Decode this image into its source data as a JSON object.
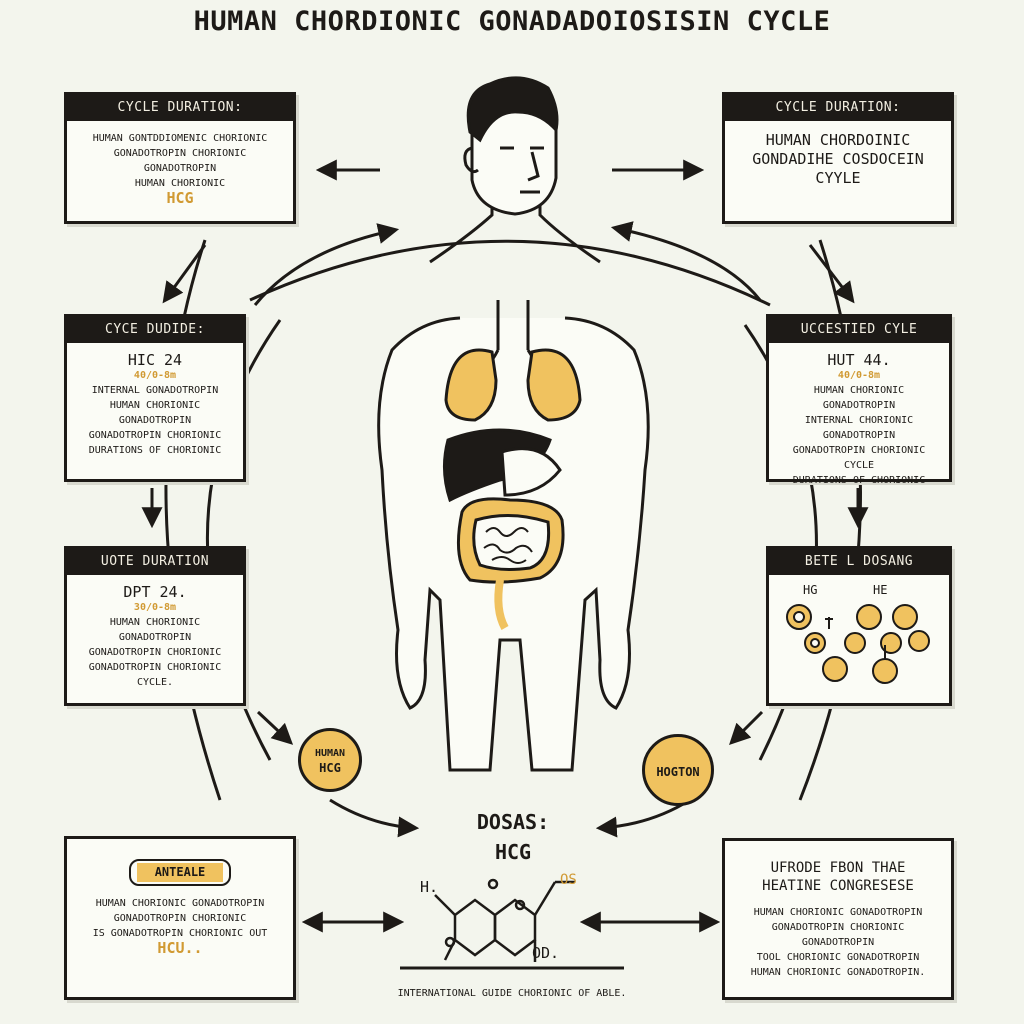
{
  "title": "HUMAN CHORDIONIC GONADADOIOSISIN CYCLE",
  "boxes": {
    "top_left": {
      "header": "CYCLE DURATION:",
      "lines": [
        "HUMAN GONTDDIOMENIC CHORIONIC",
        "GONADOTROPIN CHORIONIC GONADOTROPIN",
        "HUMAN CHORIONIC"
      ],
      "accent": "HCG"
    },
    "top_right": {
      "header": "CYCLE DURATION:",
      "lines": [
        "HUMAN CHORDOINIC",
        "GONDADIHE COSDOCEIN",
        "CYYLE"
      ]
    },
    "mid_left": {
      "header": "CYCE DUDIDE:",
      "value": "HIC 24",
      "accent": "40/0-8m",
      "lines": [
        "INTERNAL GONADOTROPIN",
        "HUMAN CHORIONIC GONADOTROPIN",
        "GONADOTROPIN CHORIONIC",
        "DURATIONS OF CHORIONIC"
      ]
    },
    "mid_right": {
      "header": "UCCESTIED CYLE",
      "value": "HUT 44.",
      "accent": "40/0-8m",
      "lines": [
        "HUMAN CHORIONIC GONADOTROPIN",
        "INTERNAL CHORIONIC GONADOTROPIN",
        "GONADOTROPIN CHORIONIC CYCLE",
        "DURATIONS OF CHORIONIC"
      ]
    },
    "lower_left": {
      "header": "UOTE DURATION",
      "value": "DPT 24.",
      "accent": "30/0-8m",
      "lines": [
        "HUMAN CHORIONIC GONADOTROPIN",
        "GONADOTROPIN CHORIONIC",
        "GONADOTROPIN CHORIONIC CYCLE."
      ]
    },
    "lower_right": {
      "header": "BETE L DOSANG",
      "labels": [
        "HG",
        "HE"
      ]
    },
    "bottom_left": {
      "badge": "ANTEALE",
      "lines": [
        "HUMAN CHORIONIC GONADOTROPIN",
        "GONADOTROPIN CHORIONIC",
        "IS GONADOTROPIN CHORIONIC OUT"
      ],
      "accent": "HCU.."
    },
    "bottom_right": {
      "header_lines": [
        "UFRODE FBON THAE",
        "HEATINE CONGRESESE"
      ],
      "lines": [
        "HUMAN CHORIONIC GONADOTROPIN",
        "GONADOTROPIN CHORIONIC GONADOTROPIN",
        "TOOL CHORIONIC GONADOTROPIN",
        "HUMAN CHORIONIC GONADOTROPIN."
      ]
    }
  },
  "circles": {
    "left": [
      "HUMAN",
      "HCG"
    ],
    "right": [
      "HOGTON"
    ]
  },
  "center": {
    "dosas": "DOSAS:",
    "hcg": "HCG"
  },
  "molecule": {
    "labels": [
      "H.",
      "OS",
      "OD."
    ]
  },
  "caption": "INTERNATIONAL GUIDE CHORIONIC OF ABLE.",
  "colors": {
    "accent": "#f0c25f",
    "ink": "#1d1a17",
    "background": "#f3f5ed"
  }
}
